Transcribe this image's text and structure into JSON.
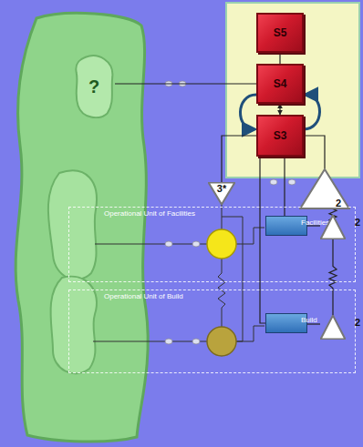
{
  "diagram": {
    "nodes": [
      {
        "text": [
          "?"
        ]
      },
      {
        "text": [
          "S5"
        ]
      },
      {
        "text": [
          "S4"
        ]
      },
      {
        "text": [
          "S3"
        ]
      },
      {
        "text": [
          "2"
        ]
      },
      {
        "text": [
          "3*"
        ]
      },
      {
        "text": [
          "Operational Unit of Facilities"
        ]
      },
      {
        "text": [
          "Facilities"
        ],
        "in": 6
      },
      {
        "text": [
          "2"
        ],
        "in": 6
      },
      {
        "text": [
          "Operational Unit of Build"
        ]
      },
      {
        "text": [
          "Build"
        ],
        "in": 9
      },
      {
        "text": [
          "2"
        ],
        "in": 9
      }
    ],
    "edges": [
      {
        "from": 0,
        "to": 2,
        "arrow": "none"
      },
      {
        "from": 1,
        "to": 2,
        "arrow": "none"
      },
      {
        "from": 2,
        "to": 3,
        "arrow": "both"
      },
      {
        "from": 3,
        "to": 4,
        "arrow": "none"
      },
      {
        "from": 5,
        "to": 3,
        "arrow": "none"
      },
      {
        "from": 3,
        "to": 7,
        "arrow": "none"
      },
      {
        "from": 3,
        "to": 10,
        "arrow": "none"
      },
      {
        "from": 4,
        "to": 8,
        "arrow": "none"
      },
      {
        "from": 8,
        "to": 11,
        "arrow": "none"
      },
      {
        "from": 8,
        "to": 7,
        "arrow": "none"
      },
      {
        "from": 11,
        "to": 10,
        "arrow": "none"
      }
    ]
  }
}
